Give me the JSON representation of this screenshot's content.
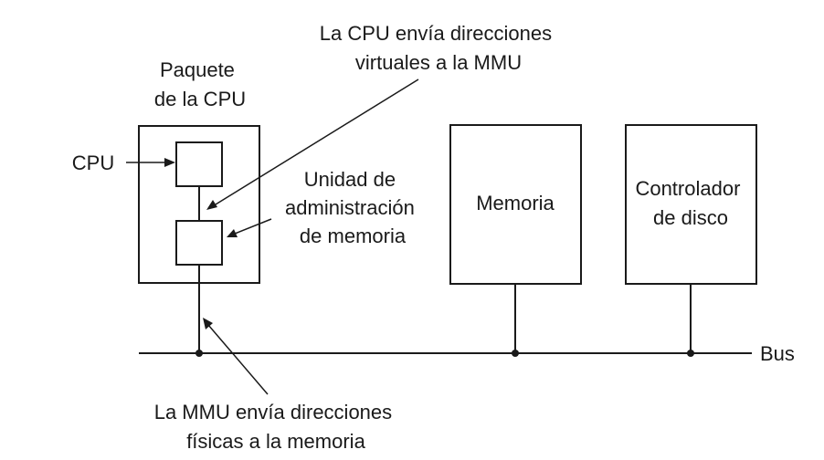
{
  "diagram": {
    "package_label": [
      "Paquete",
      "de la CPU"
    ],
    "cpu_label": "CPU",
    "mmu_label": [
      "Unidad de",
      "administración",
      "de memoria"
    ],
    "memory_label": "Memoria",
    "disk_label": [
      "Controlador",
      "de disco"
    ],
    "bus_label": "Bus",
    "top_note": [
      "La CPU envía direcciones",
      "virtuales a la MMU"
    ],
    "bottom_note": [
      "La MMU envía direcciones",
      "físicas a la memoria"
    ]
  },
  "colors": {
    "ink": "#1a1a1a",
    "background": "#ffffff"
  }
}
